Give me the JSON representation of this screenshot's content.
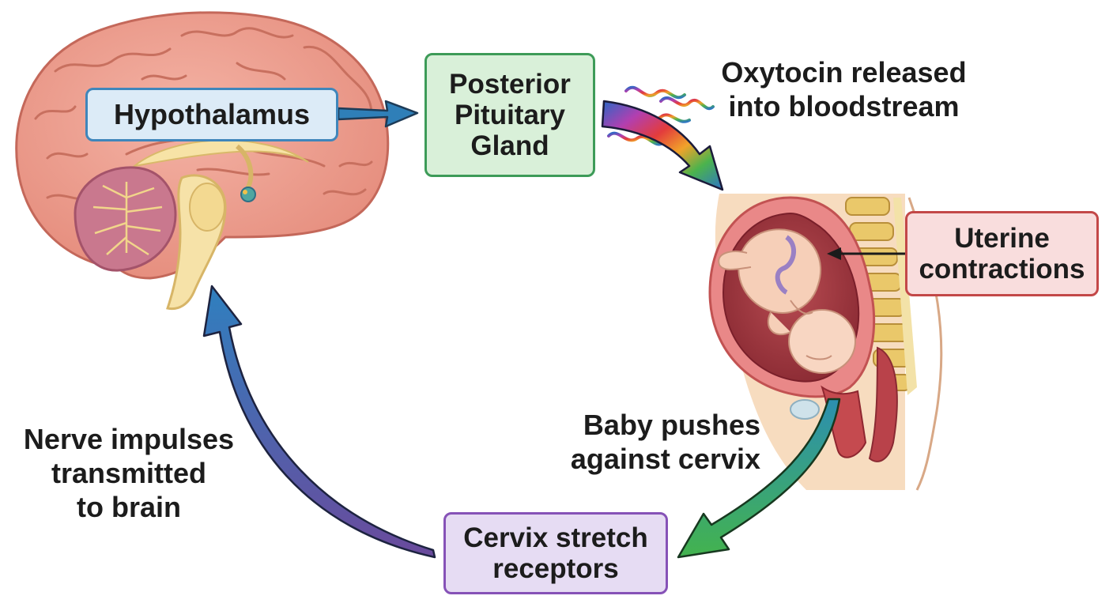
{
  "boxes": {
    "hypothalamus": "Hypothalamus",
    "pituitary": [
      "Posterior",
      "Pituitary",
      "Gland"
    ],
    "uterine": [
      "Uterine",
      "contractions"
    ],
    "cervix": [
      "Cervix stretch",
      "receptors"
    ]
  },
  "captions": {
    "oxytocin": [
      "Oxytocin released",
      "into bloodstream"
    ],
    "baby": [
      "Baby pushes",
      "against cervix"
    ],
    "nerve": [
      "Nerve impulses",
      "transmitted",
      "to brain"
    ]
  },
  "colors": {
    "hypothalamus_border": "#3f86bb",
    "pituitary_border": "#3d9b58",
    "uterine_border": "#c34848",
    "cervix_border": "#8652b7",
    "arrow_blue": "#2f7fb8",
    "arrow_green": "#3fae4f",
    "arrow_purple": "#7b4fa8"
  }
}
